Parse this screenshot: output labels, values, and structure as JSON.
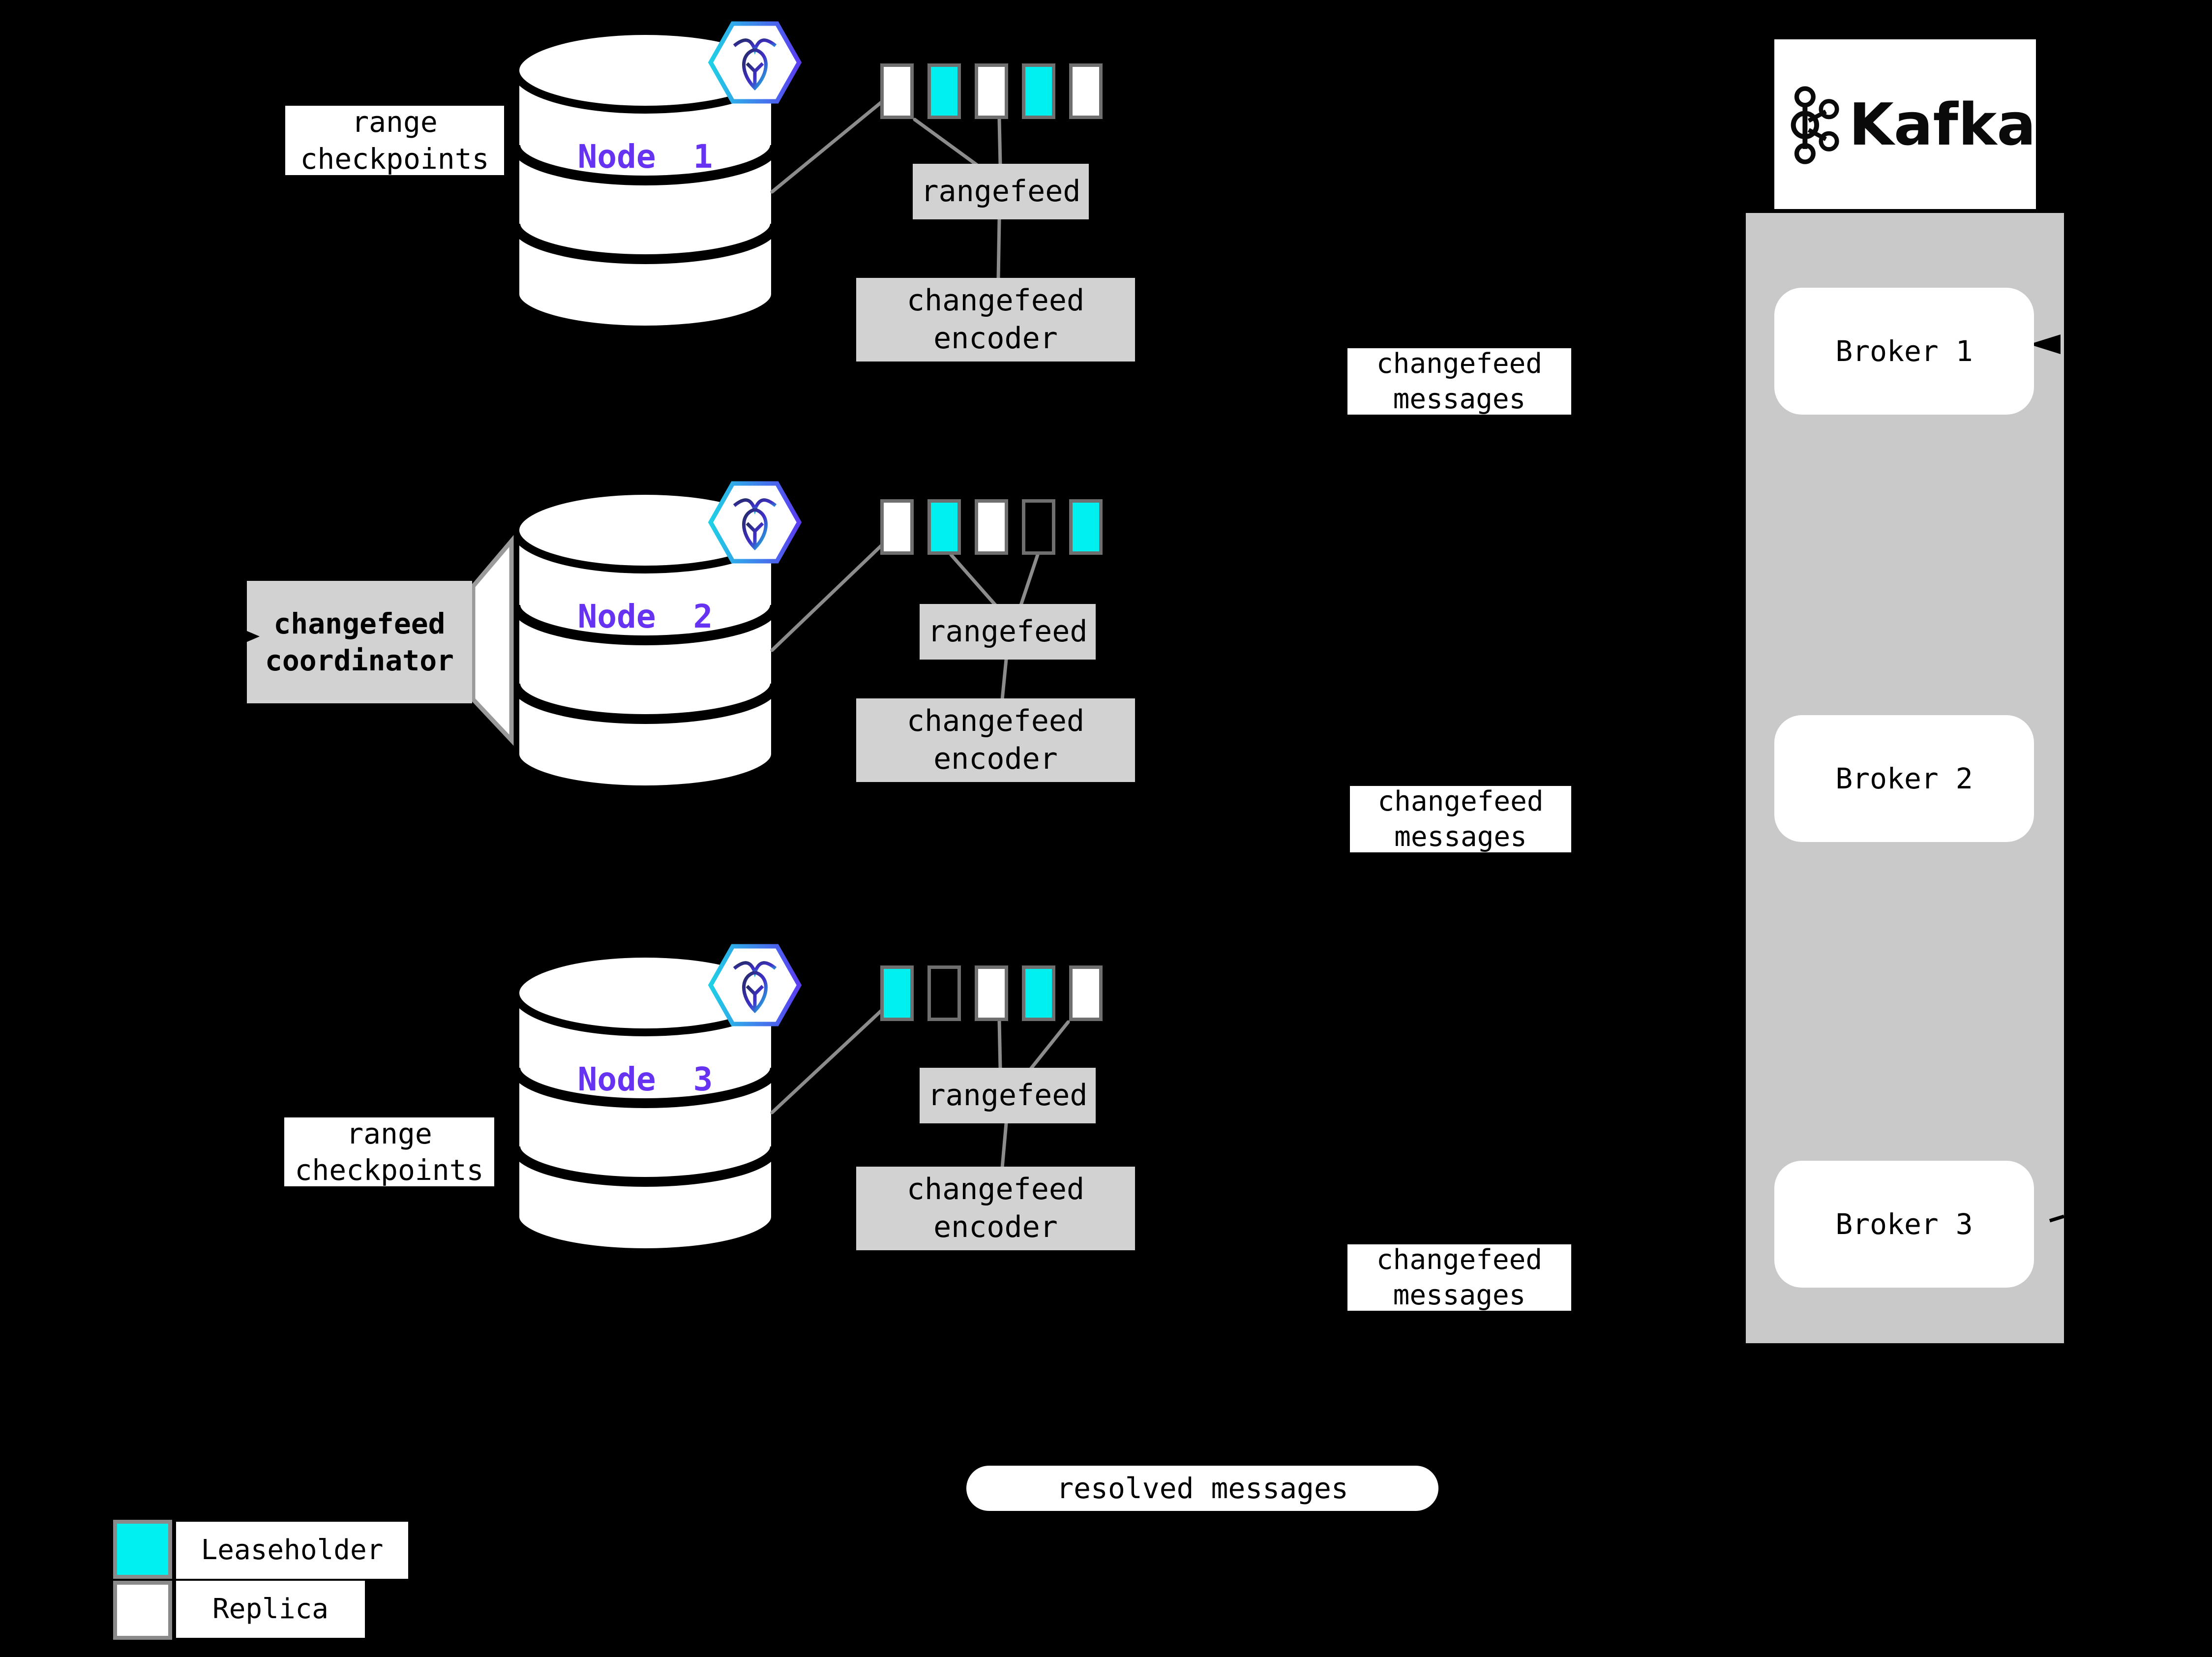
{
  "colors": {
    "background": "#000000",
    "leaseholder": "#00efef",
    "replica": "#ffffff",
    "node_label": "#6733f2",
    "label_box_gray": "#d2d2d2",
    "kafka_column_gray": "#c9c9c9",
    "connector_line_gray": "#8c8c8c"
  },
  "nodes": [
    {
      "label": "Node 1",
      "rangefeed": "rangefeed",
      "encoder": "changefeed encoder",
      "messages": "changefeed messages",
      "ranges": [
        "replica",
        "leaseholder",
        "replica",
        "leaseholder",
        "replica"
      ]
    },
    {
      "label": "Node 2",
      "rangefeed": "rangefeed",
      "encoder": "changefeed encoder",
      "messages": "changefeed messages",
      "ranges": [
        "replica",
        "leaseholder",
        "replica",
        "empty",
        "leaseholder"
      ]
    },
    {
      "label": "Node 3",
      "rangefeed": "rangefeed",
      "encoder": "changefeed encoder",
      "messages": "changefeed messages",
      "ranges": [
        "leaseholder",
        "empty",
        "replica",
        "leaseholder",
        "replica"
      ]
    }
  ],
  "annotations": {
    "range_checkpoints_top": "range checkpoints",
    "range_checkpoints_bottom": "range checkpoints",
    "coordinator": "changefeed coordinator",
    "resolved": "resolved messages"
  },
  "kafka": {
    "wordmark": "Kafka",
    "brokers": [
      "Broker 1",
      "Broker 2",
      "Broker 3"
    ]
  },
  "legend": [
    {
      "role": "leaseholder",
      "label": "Leaseholder"
    },
    {
      "role": "replica",
      "label": "Replica"
    }
  ]
}
